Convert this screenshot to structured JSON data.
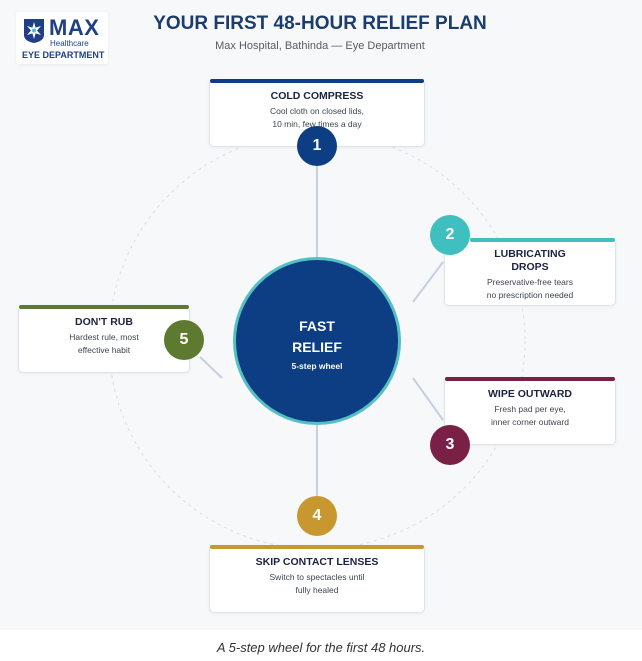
{
  "brand": {
    "name": "MAX",
    "tagline": "Healthcare",
    "department": "EYE DEPARTMENT",
    "logo_icon": "star-emblem-icon",
    "color": "#1f3f87"
  },
  "header": {
    "title": "YOUR FIRST 48-HOUR RELIEF PLAN",
    "subtitle": "Max Hospital, Bathinda — Eye Department"
  },
  "center": {
    "line1": "FAST",
    "line2": "RELIEF",
    "subtitle": "5-step wheel",
    "fill_color": "#0d3d82",
    "ring_color": "#55c0c4"
  },
  "steps": [
    {
      "number": "1",
      "title": [
        "COLD COMPRESS"
      ],
      "desc": [
        "Cool cloth on closed lids,",
        "10 min, few times a day"
      ],
      "color": "#0d3d82"
    },
    {
      "number": "2",
      "title": [
        "LUBRICATING",
        "DROPS"
      ],
      "desc": [
        "Preservative-free tears",
        "no prescription needed"
      ],
      "color": "#3fbfbf"
    },
    {
      "number": "3",
      "title": [
        "WIPE OUTWARD"
      ],
      "desc": [
        "Fresh pad per eye,",
        "inner corner outward"
      ],
      "color": "#7a1f45"
    },
    {
      "number": "4",
      "title": [
        "SKIP CONTACT LENSES"
      ],
      "desc": [
        "Switch to spectacles until",
        "fully healed"
      ],
      "color": "#c9972f"
    },
    {
      "number": "5",
      "title": [
        "DON'T RUB"
      ],
      "desc": [
        "Hardest rule, most",
        "effective habit"
      ],
      "color": "#5e7a30"
    }
  ],
  "caption": "A 5-step wheel for the first 48 hours."
}
